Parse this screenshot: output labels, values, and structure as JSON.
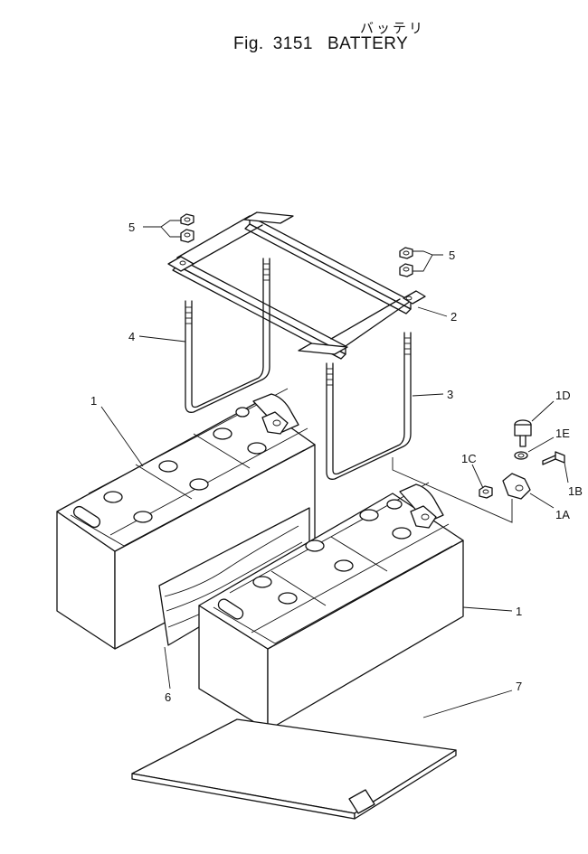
{
  "figure": {
    "kana": "バッテリ",
    "fig_prefix": "Fig.",
    "fig_number": "3151",
    "fig_name": "BATTERY"
  },
  "callouts": {
    "c1_left": "1",
    "c1_right": "1",
    "c1a": "1A",
    "c1b": "1B",
    "c1c": "1C",
    "c1d": "1D",
    "c1e": "1E",
    "c2": "2",
    "c3": "3",
    "c4": "4",
    "c5_left": "5",
    "c5_right": "5",
    "c6": "6",
    "c7": "7"
  }
}
